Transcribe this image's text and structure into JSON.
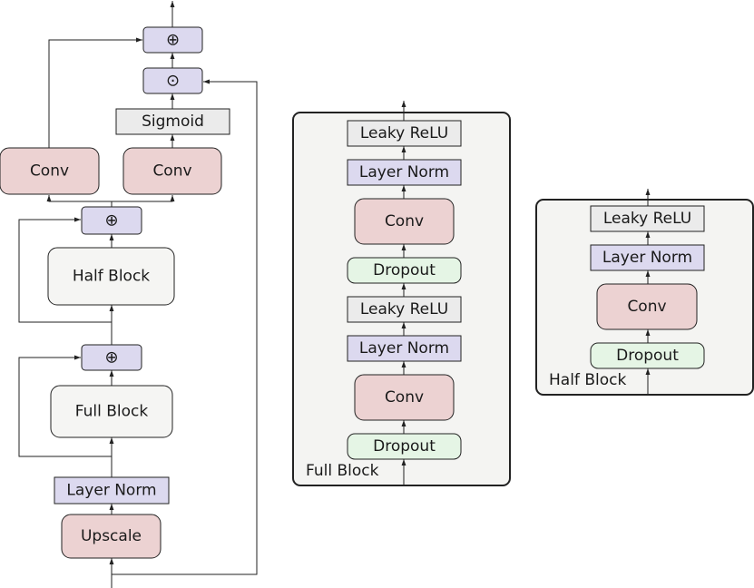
{
  "main_path": {
    "upscale": "Upscale",
    "layer_norm": "Layer Norm",
    "full_block": "Full Block",
    "half_block": "Half Block",
    "conv_left": "Conv",
    "conv_right": "Conv",
    "sigmoid": "Sigmoid",
    "add_symbol": "⊕",
    "multiply_symbol": "⊙"
  },
  "full_block_panel": {
    "title": "Full Block",
    "layers": [
      "Leaky ReLU",
      "Layer Norm",
      "Conv",
      "Dropout",
      "Leaky ReLU",
      "Layer Norm",
      "Conv",
      "Dropout"
    ]
  },
  "half_block_panel": {
    "title": "Half Block",
    "layers": [
      "Leaky ReLU",
      "Layer Norm",
      "Conv",
      "Dropout"
    ]
  }
}
